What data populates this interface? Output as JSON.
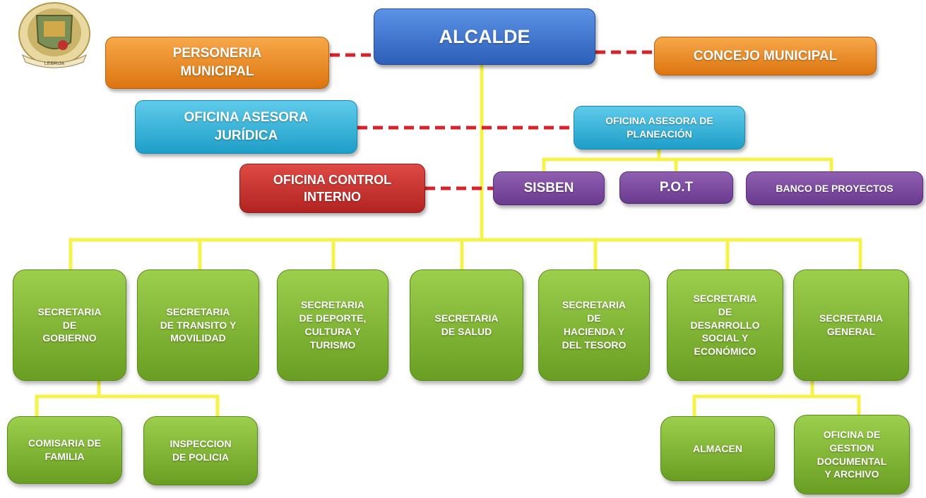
{
  "top": {
    "alcalde": "ALCALDE"
  },
  "advisory": {
    "personeria": "PERSONERIA\nMUNICIPAL",
    "concejo": "CONCEJO MUNICIPAL",
    "asesora_juridica": "OFICINA ASESORA\nJURÍDICA",
    "asesora_planeacion": "OFICINA ASESORA DE\nPLANEACIÓN",
    "control_interno": "OFICINA CONTROL\nINTERNO"
  },
  "planeacion_units": {
    "sisben": "SISBEN",
    "pot": "P.O.T",
    "banco": "BANCO DE PROYECTOS"
  },
  "secretarias": {
    "gobierno": "SECRETARIA\nDE\nGOBIERNO",
    "transito": "SECRETARIA\nDE TRANSITO Y\nMOVILIDAD",
    "deporte": "SECRETARIA\nDE DEPORTE,\nCULTURA Y\nTURISMO",
    "salud": "SECRETARIA\nDE SALUD",
    "hacienda": "SECRETARIA\nDE\nHACIENDA Y\nDEL TESORO",
    "desarrollo": "SECRETARIA\nDE\nDESARROLLO\nSOCIAL Y\nECONÓMICO",
    "general": "SECRETARIA\nGENERAL"
  },
  "sub_units": {
    "comisaria": "COMISARIA DE\nFAMILIA",
    "inspeccion": "INSPECCION\nDE POLICIA",
    "almacen": "ALMACEN",
    "gestion": "OFICINA DE\nGESTION\nDOCUMENTAL\nY ARCHIVO"
  },
  "logo": {
    "ribbon_text": "LEBRIJA"
  },
  "colors": {
    "connector_yellow": "#f5f24a",
    "dashed_red": "#d7232a",
    "alcalde_blue": "#3a70cc",
    "advisor_orange": "#ef8e22",
    "advisor_cyan": "#35b4dc",
    "control_red": "#c7302d",
    "planning_purple": "#7c4aa0",
    "secretaria_green": "#84b93a"
  }
}
